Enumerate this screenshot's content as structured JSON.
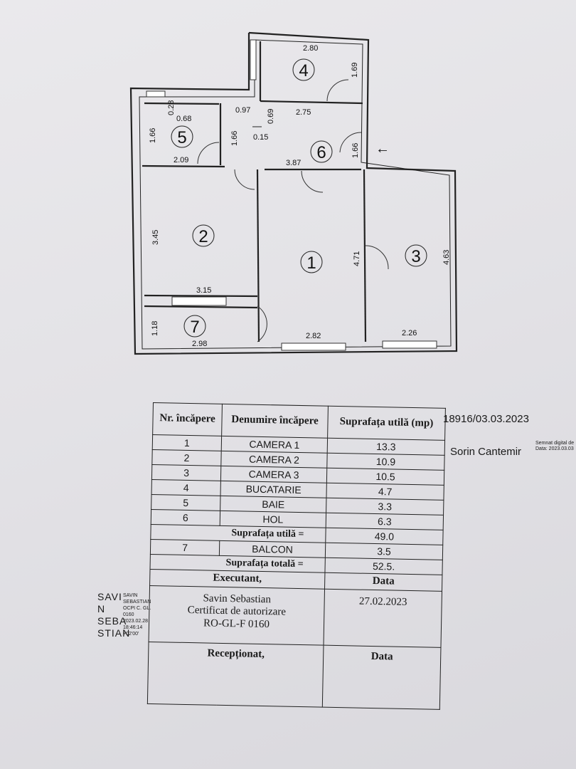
{
  "plan": {
    "rooms": [
      {
        "id": "1",
        "label": "1"
      },
      {
        "id": "2",
        "label": "2"
      },
      {
        "id": "3",
        "label": "3"
      },
      {
        "id": "4",
        "label": "4"
      },
      {
        "id": "5",
        "label": "5"
      },
      {
        "id": "6",
        "label": "6"
      },
      {
        "id": "7",
        "label": "7"
      }
    ],
    "dimensions": {
      "r4_width": "2.80",
      "r4_height": "1.69",
      "r5_a": "0.28",
      "r5_b": "0.68",
      "r5_height": "1.66",
      "r5_width": "2.09",
      "hall_a": "0.97",
      "hall_b": "0.69",
      "hall_c": "2.75",
      "hall_d": "1.66",
      "hall_e": "0.15",
      "hall_f": "1.66",
      "hall_width": "3.87",
      "r2_height": "3.45",
      "r2_width": "3.15",
      "r1_height": "4.71",
      "r1_width": "2.82",
      "r3_height": "4.63",
      "r3_width": "2.26",
      "r7_height": "1.18",
      "r7_width": "2.98"
    },
    "entrance_arrow": "←"
  },
  "table": {
    "headers": {
      "nr": "Nr. încăpere",
      "name": "Denumire încăpere",
      "area": "Suprafața utilă (mp)"
    },
    "rows": [
      {
        "nr": "1",
        "name": "CAMERA 1",
        "area": "13.3"
      },
      {
        "nr": "2",
        "name": "CAMERA 2",
        "area": "10.9"
      },
      {
        "nr": "3",
        "name": "CAMERA 3",
        "area": "10.5"
      },
      {
        "nr": "4",
        "name": "BUCATARIE",
        "area": "4.7"
      },
      {
        "nr": "5",
        "name": "BAIE",
        "area": "3.3"
      },
      {
        "nr": "6",
        "name": "HOL",
        "area": "6.3"
      }
    ],
    "useful_label": "Suprafața utilă =",
    "useful_value": "49.0",
    "balcony": {
      "nr": "7",
      "name": "BALCON",
      "area": "3.5"
    },
    "total_label": "Suprafața totală =",
    "total_value": "52.5.",
    "executant_label": "Executant,",
    "date_label": "Data",
    "executant_name": "Savin Sebastian",
    "executant_cert": "Certificat de autorizare",
    "executant_code": "RO-GL-F 0160",
    "executant_date": "27.02.2023",
    "received_label": "Recepționat,",
    "received_date_label": "Data"
  },
  "side": {
    "reference": "18916/03.03.2023",
    "signer": "Sorin Cantemir",
    "signer_note_1": "Semnat digital de",
    "signer_note_2": "Data: 2023.03.03",
    "savin_sig_lines": [
      "SAVI",
      "N",
      "SEBA",
      "STIAN"
    ],
    "savin_meta_lines": [
      "SAVIN",
      "SEBASTIAN",
      "OCPI C. GL.",
      "0160",
      "2023.02.28",
      "18:46:14",
      "+02'00'"
    ]
  }
}
